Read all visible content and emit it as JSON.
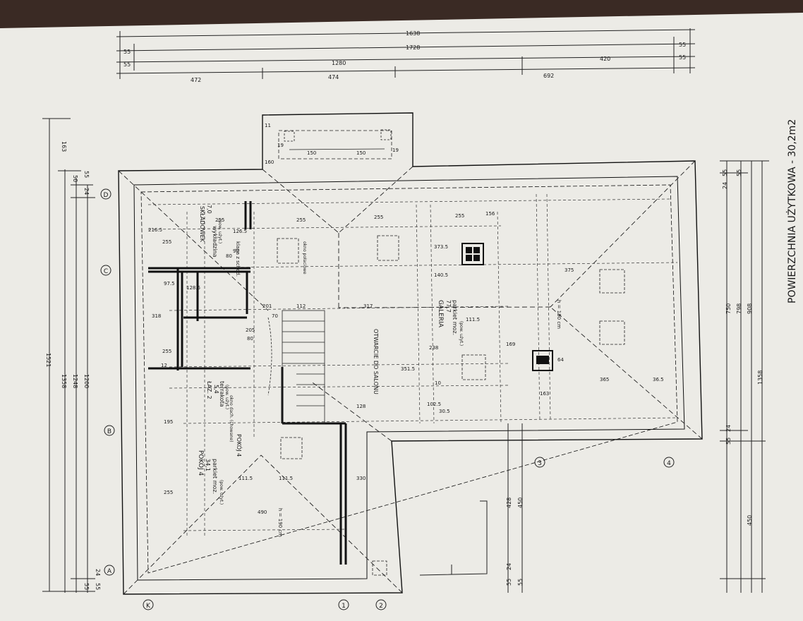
{
  "title": "POWIERZCHNIA UŻYTKOWA  -  30,2m2",
  "top_dims": {
    "row1": [
      "1638"
    ],
    "row2": [
      "55",
      "1728",
      "55"
    ],
    "row3": [
      "55",
      "1280",
      "420",
      "55"
    ],
    "row4": [
      "472",
      "474",
      "692"
    ]
  },
  "left_dims": {
    "outer": [
      "1521"
    ],
    "col2": [
      "1358",
      "163"
    ],
    "col3": [
      "1248",
      "50"
    ],
    "col4": [
      "55",
      "1200",
      "24",
      "55"
    ],
    "small": [
      "55",
      "24"
    ]
  },
  "bottom_dims": {
    "a": [
      "55",
      "24",
      "750",
      "24",
      "55"
    ],
    "b": [
      "798",
      "55"
    ],
    "c": [
      "908",
      "450"
    ],
    "d": [
      "1358"
    ],
    "e": [
      "428",
      "450",
      "24",
      "55",
      "55"
    ]
  },
  "axes": [
    "D",
    "C",
    "B",
    "A",
    "1",
    "2",
    "3",
    "4",
    "K"
  ],
  "rooms": [
    {
      "name": "SKŁADOWEK",
      "area": "7,0",
      "floor": "wykładzina",
      "note": "(pow. użyt.)"
    },
    {
      "name": "GALERIA",
      "area": "77,7",
      "floor": "parkiet moz.",
      "note": "(pow. użyt.)"
    },
    {
      "name": "POKÓJ 4",
      "area": "34,1",
      "floor": "parkiet moz.",
      "note": "(pow. użyt.)"
    },
    {
      "name": "ŁAZ. 2",
      "area": "5,4",
      "floor": "terrakota",
      "note": "(pow. użyt.)"
    },
    {
      "name": "POKÓJ 4",
      "area": "",
      "floor": "okno dach. (chowane)",
      "note": ""
    }
  ],
  "labels": {
    "void": "OTWARCIE DO SALONU",
    "roof_window": "okno połaciowe",
    "height_1": "h = 190 cm",
    "height_2": "h = 190 cm",
    "hatch": "klapa z schod."
  },
  "inner_dims": [
    "150",
    "150",
    "19",
    "19",
    "11",
    "160",
    "255",
    "255",
    "255",
    "255",
    "156",
    "373.5",
    "140.5",
    "111.5",
    "169",
    "375",
    "365",
    "36.5",
    "163",
    "64",
    "317",
    "112",
    "201",
    "70",
    "205",
    "80",
    "351.5",
    "238",
    "10",
    "102.5",
    "30.5",
    "128",
    "330",
    "490",
    "111.5",
    "111.5",
    "255",
    "195",
    "255",
    "12",
    "318",
    "216.5",
    "255",
    "128.5",
    "97.5",
    "80",
    "90",
    "126.5"
  ]
}
